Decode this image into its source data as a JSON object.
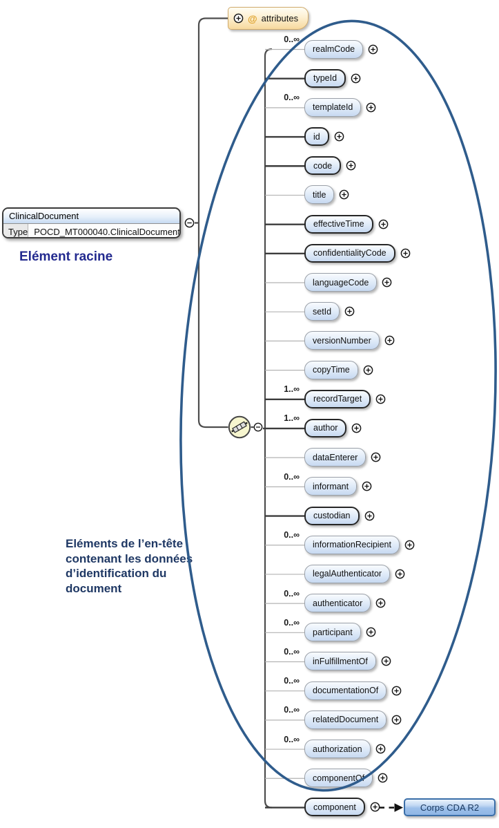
{
  "root": {
    "title": "ClinicalDocument",
    "type_label": "Type",
    "type_value": "POCD_MT000040.ClinicalDocument",
    "caption": "Elément racine"
  },
  "attributes_box": {
    "at_symbol": "@",
    "label": "attributes"
  },
  "annotation": {
    "text": "Eléments de l’en-tête contenant les données d’identification du document"
  },
  "corps_box": {
    "label": "Corps CDA R2"
  },
  "elements": [
    {
      "name": "realmCode",
      "cardinality": "0..∞",
      "required": false
    },
    {
      "name": "typeId",
      "cardinality": "",
      "required": true
    },
    {
      "name": "templateId",
      "cardinality": "0..∞",
      "required": false
    },
    {
      "name": "id",
      "cardinality": "",
      "required": true
    },
    {
      "name": "code",
      "cardinality": "",
      "required": true
    },
    {
      "name": "title",
      "cardinality": "",
      "required": false
    },
    {
      "name": "effectiveTime",
      "cardinality": "",
      "required": true
    },
    {
      "name": "confidentialityCode",
      "cardinality": "",
      "required": true
    },
    {
      "name": "languageCode",
      "cardinality": "",
      "required": false
    },
    {
      "name": "setId",
      "cardinality": "",
      "required": false
    },
    {
      "name": "versionNumber",
      "cardinality": "",
      "required": false
    },
    {
      "name": "copyTime",
      "cardinality": "",
      "required": false
    },
    {
      "name": "recordTarget",
      "cardinality": "1..∞",
      "required": true
    },
    {
      "name": "author",
      "cardinality": "1..∞",
      "required": true
    },
    {
      "name": "dataEnterer",
      "cardinality": "",
      "required": false
    },
    {
      "name": "informant",
      "cardinality": "0..∞",
      "required": false
    },
    {
      "name": "custodian",
      "cardinality": "",
      "required": true
    },
    {
      "name": "informationRecipient",
      "cardinality": "0..∞",
      "required": false
    },
    {
      "name": "legalAuthenticator",
      "cardinality": "",
      "required": false
    },
    {
      "name": "authenticator",
      "cardinality": "0..∞",
      "required": false
    },
    {
      "name": "participant",
      "cardinality": "0..∞",
      "required": false
    },
    {
      "name": "inFulfillmentOf",
      "cardinality": "0..∞",
      "required": false
    },
    {
      "name": "documentationOf",
      "cardinality": "0..∞",
      "required": false
    },
    {
      "name": "relatedDocument",
      "cardinality": "0..∞",
      "required": false
    },
    {
      "name": "authorization",
      "cardinality": "0..∞",
      "required": false
    },
    {
      "name": "componentOf",
      "cardinality": "",
      "required": false
    },
    {
      "name": "component",
      "cardinality": "",
      "required": true
    }
  ],
  "icons": {
    "plus": "expand-icon",
    "minus": "collapse-icon",
    "sequence": "sequence-compositor-icon",
    "at": "attribute-at-icon",
    "arrow": "component-to-corps-arrow"
  },
  "colors": {
    "ellipse_stroke": "#2f5c8c",
    "racine_text": "#232a8f",
    "note_text": "#1f3864",
    "box_border_required": "#262626",
    "box_border_optional": "#9aa0a8",
    "box_fill_top": "#f8fbfe",
    "box_fill_bottom": "#c7d9f1",
    "attributes_fill": "#f7d99e",
    "corps_border": "#3a6ea8"
  }
}
